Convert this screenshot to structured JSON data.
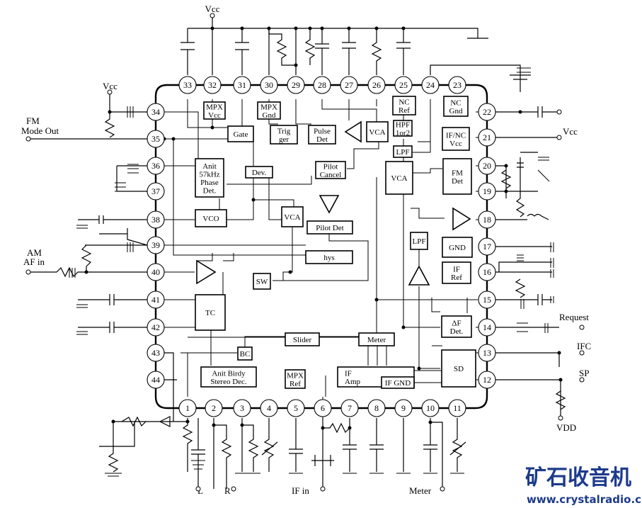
{
  "pins": [
    {
      "n": "1"
    },
    {
      "n": "2"
    },
    {
      "n": "3"
    },
    {
      "n": "4"
    },
    {
      "n": "5"
    },
    {
      "n": "6"
    },
    {
      "n": "7"
    },
    {
      "n": "8"
    },
    {
      "n": "9"
    },
    {
      "n": "10"
    },
    {
      "n": "11"
    },
    {
      "n": "12"
    },
    {
      "n": "13"
    },
    {
      "n": "14"
    },
    {
      "n": "15"
    },
    {
      "n": "16"
    },
    {
      "n": "17"
    },
    {
      "n": "18"
    },
    {
      "n": "19"
    },
    {
      "n": "20"
    },
    {
      "n": "21"
    },
    {
      "n": "22"
    },
    {
      "n": "23"
    },
    {
      "n": "24"
    },
    {
      "n": "25"
    },
    {
      "n": "26"
    },
    {
      "n": "27"
    },
    {
      "n": "28"
    },
    {
      "n": "29"
    },
    {
      "n": "30"
    },
    {
      "n": "31"
    },
    {
      "n": "32"
    },
    {
      "n": "33"
    },
    {
      "n": "34"
    },
    {
      "n": "35"
    },
    {
      "n": "36"
    },
    {
      "n": "37"
    },
    {
      "n": "38"
    },
    {
      "n": "39"
    },
    {
      "n": "40"
    },
    {
      "n": "41"
    },
    {
      "n": "42"
    },
    {
      "n": "43"
    },
    {
      "n": "44"
    }
  ],
  "blocks": [
    {
      "id": "mpx-vcc",
      "lines": [
        "MPX",
        "Vcc"
      ]
    },
    {
      "id": "mpx-gnd",
      "lines": [
        "MPX",
        "Gnd"
      ]
    },
    {
      "id": "nc-ref",
      "lines": [
        "NC",
        "Ref"
      ]
    },
    {
      "id": "nc-gnd",
      "lines": [
        "NC",
        "Gnd"
      ]
    },
    {
      "id": "gate",
      "lines": [
        "Gate"
      ]
    },
    {
      "id": "trigger",
      "lines": [
        "Trig",
        "ger"
      ]
    },
    {
      "id": "pulse-det",
      "lines": [
        "Pulse",
        "Det"
      ]
    },
    {
      "id": "vca-top",
      "lines": [
        "VCA"
      ]
    },
    {
      "id": "hpf",
      "lines": [
        "HPF",
        "1or2"
      ]
    },
    {
      "id": "lpf-top",
      "lines": [
        "LPF"
      ]
    },
    {
      "id": "if-nc-vcc",
      "lines": [
        "IF/NC",
        "Vcc"
      ]
    },
    {
      "id": "anti-57k",
      "lines": [
        "Anit",
        "57kHz",
        "Phase",
        "Det."
      ]
    },
    {
      "id": "dev",
      "lines": [
        "Dev."
      ]
    },
    {
      "id": "pilot-cancel",
      "lines": [
        "Pilot",
        "Cancel"
      ]
    },
    {
      "id": "vca-mid",
      "lines": [
        "VCA"
      ]
    },
    {
      "id": "fm-det",
      "lines": [
        "FM",
        "Det"
      ]
    },
    {
      "id": "vco",
      "lines": [
        "VCO"
      ]
    },
    {
      "id": "vca-small",
      "lines": [
        "VCA"
      ]
    },
    {
      "id": "pilot-det",
      "lines": [
        "Pilot Det"
      ]
    },
    {
      "id": "gnd",
      "lines": [
        "GND"
      ]
    },
    {
      "id": "lpf-mid",
      "lines": [
        "LPF"
      ]
    },
    {
      "id": "hys",
      "lines": [
        "hys"
      ]
    },
    {
      "id": "if-ref",
      "lines": [
        "IF",
        "Ref"
      ]
    },
    {
      "id": "sw",
      "lines": [
        "SW"
      ]
    },
    {
      "id": "tc",
      "lines": [
        "TC"
      ]
    },
    {
      "id": "delta-f-det",
      "lines": [
        "ΔF",
        "Det."
      ]
    },
    {
      "id": "slider",
      "lines": [
        "Slider"
      ]
    },
    {
      "id": "meter",
      "lines": [
        "Meter"
      ]
    },
    {
      "id": "bc",
      "lines": [
        "BC"
      ]
    },
    {
      "id": "sd",
      "lines": [
        "SD"
      ]
    },
    {
      "id": "anti-birdy",
      "lines": [
        "Anit  Birdy",
        "Stereo  Dec."
      ]
    },
    {
      "id": "mpx-ref",
      "lines": [
        "MPX",
        "Ref"
      ]
    },
    {
      "id": "if-amp",
      "lines": [
        "IF",
        "Amp"
      ]
    },
    {
      "id": "if-gnd",
      "lines": [
        "IF  GND"
      ]
    }
  ],
  "signals": {
    "vcc_top": "Vcc",
    "vcc_left": "Vcc",
    "vcc_right": "Vcc",
    "fm_mode_1": "FM",
    "fm_mode_2": "Mode Out",
    "am_1": "AM",
    "am_2": "AF  in",
    "request": "Request",
    "ifc": "IFC",
    "sp": "SP",
    "vdd": "VDD",
    "out_l": "L",
    "out_r": "R",
    "if_in": "IF  in",
    "meter_out": "Meter"
  },
  "watermark": {
    "cn": "矿石收音机",
    "url": "www.crystalradio.cn"
  }
}
